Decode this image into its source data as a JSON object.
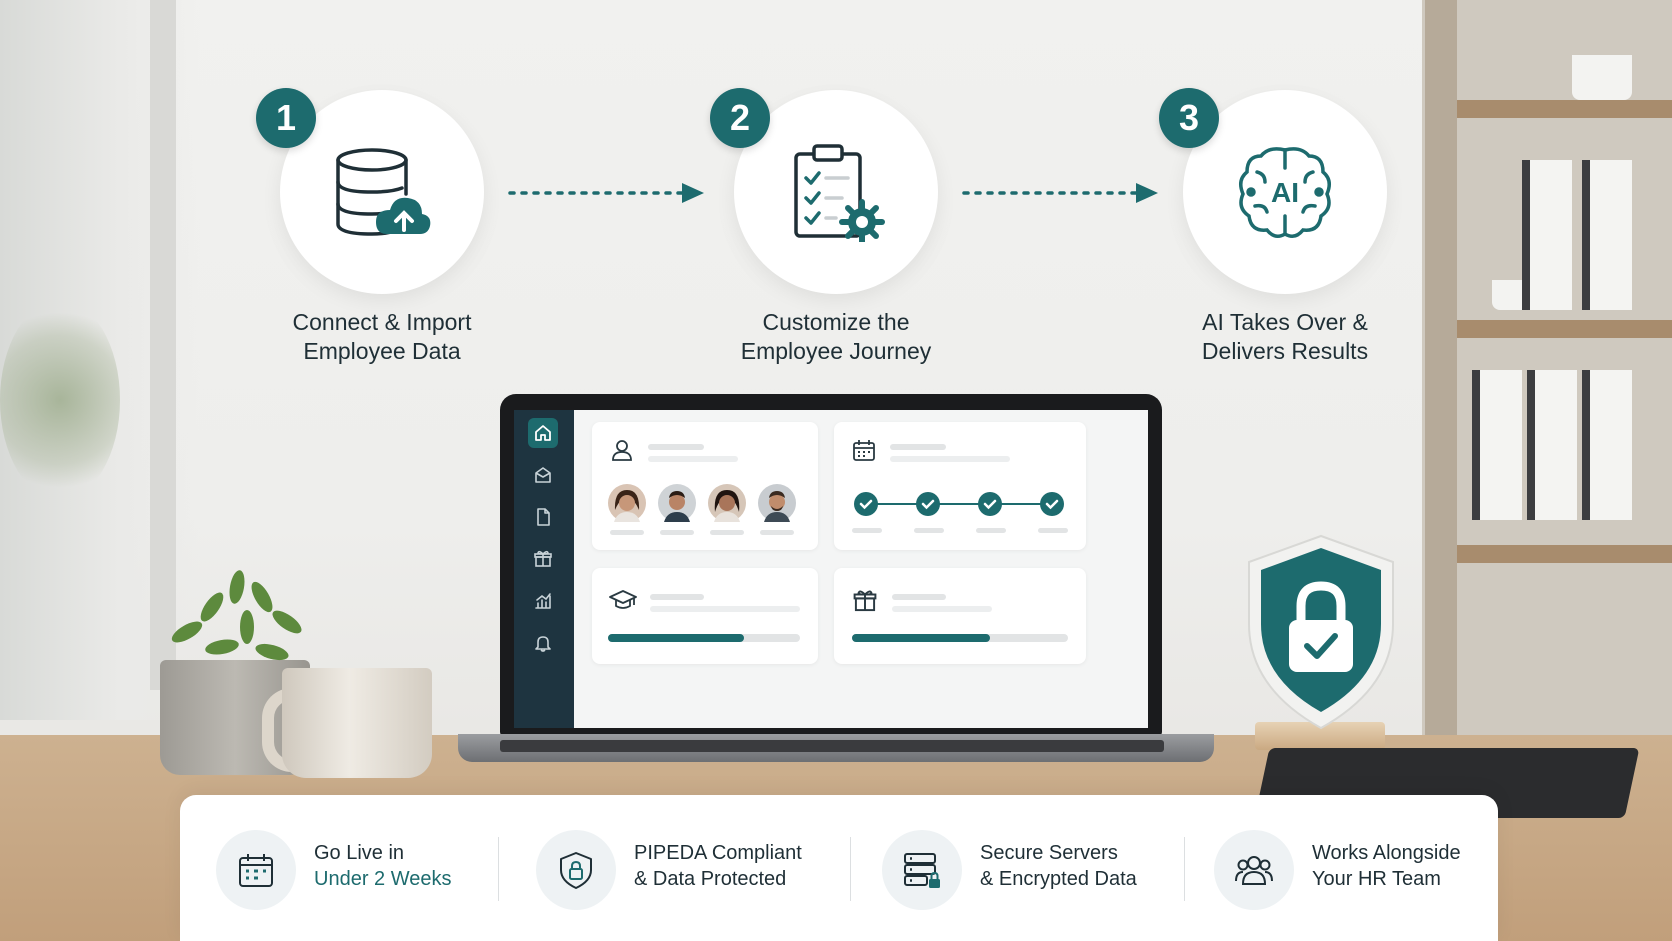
{
  "colors": {
    "accent": "#1d6b6e",
    "text": "#1f2f36",
    "sidebar": "#1e3440"
  },
  "steps": [
    {
      "number": "1",
      "icon": "database-upload-icon",
      "line1": "Connect & Import",
      "line2": "Employee Data"
    },
    {
      "number": "2",
      "icon": "clipboard-checklist-gear-icon",
      "line1": "Customize the",
      "line2": "Employee Journey"
    },
    {
      "number": "3",
      "icon": "ai-brain-icon",
      "icon_text": "AI",
      "line1": "AI Takes Over &",
      "line2": "Delivers Results"
    }
  ],
  "app": {
    "sidebar_icons": [
      "home-icon",
      "inbox-icon",
      "document-icon",
      "gift-icon",
      "analytics-icon",
      "bell-icon"
    ],
    "cards": [
      {
        "icon": "user-icon",
        "content": "avatars"
      },
      {
        "icon": "calendar-icon",
        "content": "checkpoints",
        "checkpoints_complete": 4
      },
      {
        "icon": "graduation-cap-icon",
        "content": "progress",
        "progress": 0.71
      },
      {
        "icon": "gift-icon",
        "content": "progress",
        "progress": 0.64
      }
    ]
  },
  "features": [
    {
      "icon": "calendar-icon",
      "line1": "Go Live in",
      "line2": "Under 2 Weeks"
    },
    {
      "icon": "shield-lock-icon",
      "line1": "PIPEDA Compliant",
      "line2": "& Data Protected"
    },
    {
      "icon": "server-lock-icon",
      "line1": "Secure Servers",
      "line2": "& Encrypted Data"
    },
    {
      "icon": "team-icon",
      "line1": "Works Alongside",
      "line2": "Your HR Team"
    }
  ]
}
